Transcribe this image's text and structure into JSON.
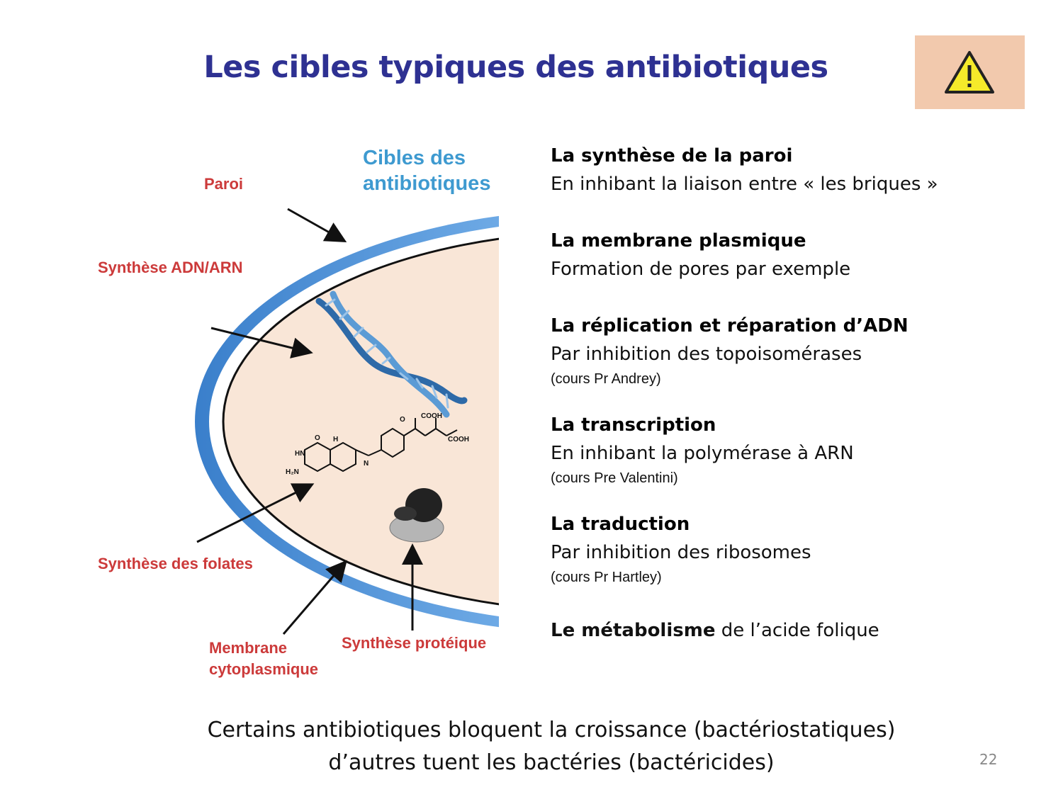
{
  "slide": {
    "title": "Les cibles typiques des antibiotiques",
    "warning_icon": "warning-triangle-icon",
    "page_number": "22"
  },
  "figure": {
    "heading": [
      "Cibles des",
      "antibiotiques"
    ],
    "labels": {
      "paroi": "Paroi",
      "synthese_adn": "Synthèse ADN/ARN",
      "synthese_folates": "Synthèse des folates",
      "membrane": [
        "Membrane",
        "cytoplasmique"
      ],
      "synthese_proteique": "Synthèse protéique"
    },
    "molecule_labels": {
      "cooh_top": "COOH",
      "cooh_right": "COOH",
      "nh2": "H₂N",
      "hn": "HN",
      "n": "N",
      "h": "H",
      "o": "O"
    },
    "colors": {
      "wall": "#4a8fd6",
      "cytoplasm": "#f9e6d7",
      "label": "#cc3a3a",
      "heading": "#3e9ad0"
    }
  },
  "targets": [
    {
      "head": "La synthèse de la paroi",
      "desc": "En inhibant la liaison entre « les briques »",
      "note": ""
    },
    {
      "head": "La membrane plasmique",
      "desc": "Formation de pores par exemple",
      "note": ""
    },
    {
      "head": "La réplication et réparation d’ADN",
      "desc": "Par inhibition des topoisomérases",
      "note": "(cours Pr Andrey)"
    },
    {
      "head": "La transcription",
      "desc": "En inhibant la polymérase à ARN",
      "note": "(cours Pre Valentini)"
    },
    {
      "head": "La traduction",
      "desc": "Par inhibition des ribosomes",
      "note": "(cours Pr Hartley)"
    }
  ],
  "last_target": {
    "bold": "Le métabolisme",
    "rest": " de l’acide folique"
  },
  "footer": {
    "line1": "Certains antibiotiques bloquent la croissance (bactériostatiques)",
    "line2": "d’autres tuent les bactéries (bactéricides)"
  }
}
